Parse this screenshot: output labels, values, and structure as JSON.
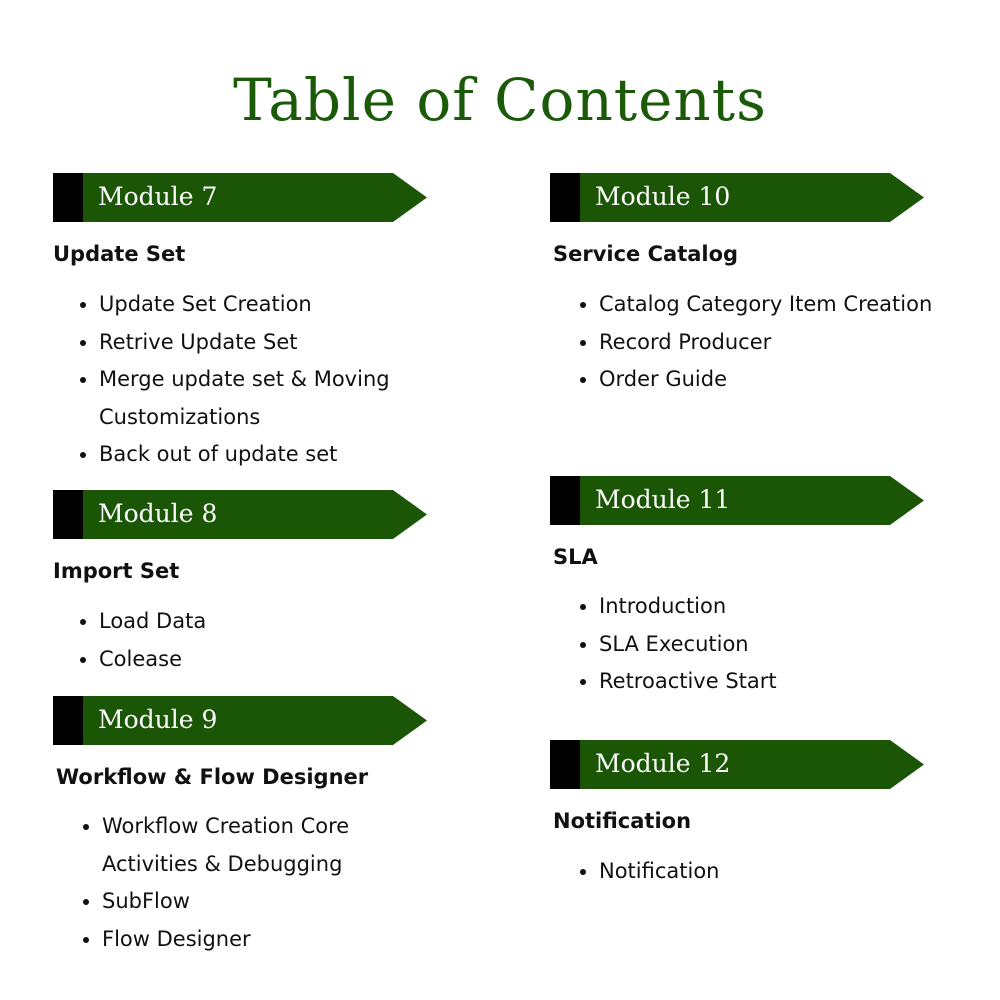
{
  "title": "Table of Contents",
  "modules": [
    {
      "label": "Module 7",
      "section": "Update Set",
      "items": [
        "Update Set Creation",
        "Retrive Update Set",
        "Merge update set & Moving Customizations",
        "Back out of update set"
      ]
    },
    {
      "label": "Module 8",
      "section": "Import Set",
      "items": [
        "Load Data",
        "Colease"
      ]
    },
    {
      "label": "Module 9",
      "section": "Workflow & Flow Designer",
      "items": [
        "Workflow Creation Core Activities & Debugging",
        "SubFlow",
        "Flow Designer"
      ]
    },
    {
      "label": "Module 10",
      "section": "Service Catalog",
      "items": [
        "Catalog Category Item Creation",
        "Record Producer",
        "Order Guide"
      ]
    },
    {
      "label": "Module 11",
      "section": "SLA",
      "items": [
        "Introduction",
        "SLA Execution",
        "Retroactive Start"
      ]
    },
    {
      "label": "Module 12",
      "section": "Notification",
      "items": [
        "Notification"
      ]
    }
  ],
  "colors": {
    "accent": "#1a5606",
    "title": "#1b5a09"
  }
}
